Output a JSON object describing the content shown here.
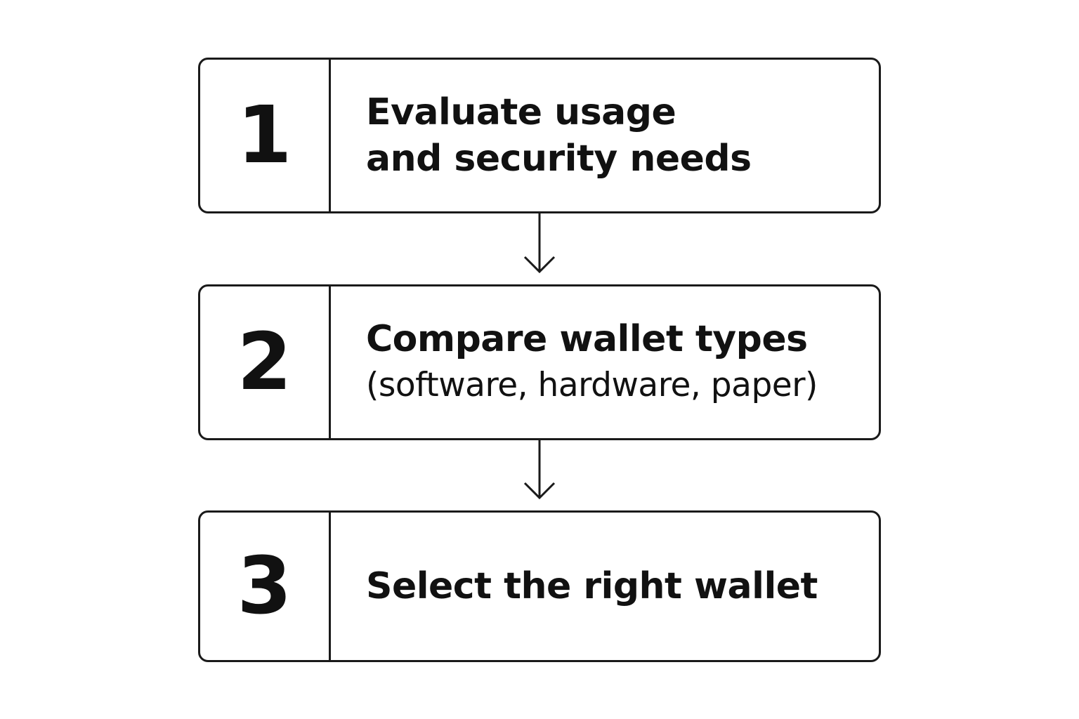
{
  "steps": [
    {
      "number": "1",
      "line1": "Evaluate usage",
      "line2": "and security needs"
    },
    {
      "number": "2",
      "line1": "Compare wallet types",
      "line2": "(software, hardware, paper)"
    },
    {
      "number": "3",
      "line1": "Select the right wallet"
    }
  ],
  "colors": {
    "stroke": "#1a1a1a",
    "text": "#111111",
    "background": "#ffffff"
  }
}
